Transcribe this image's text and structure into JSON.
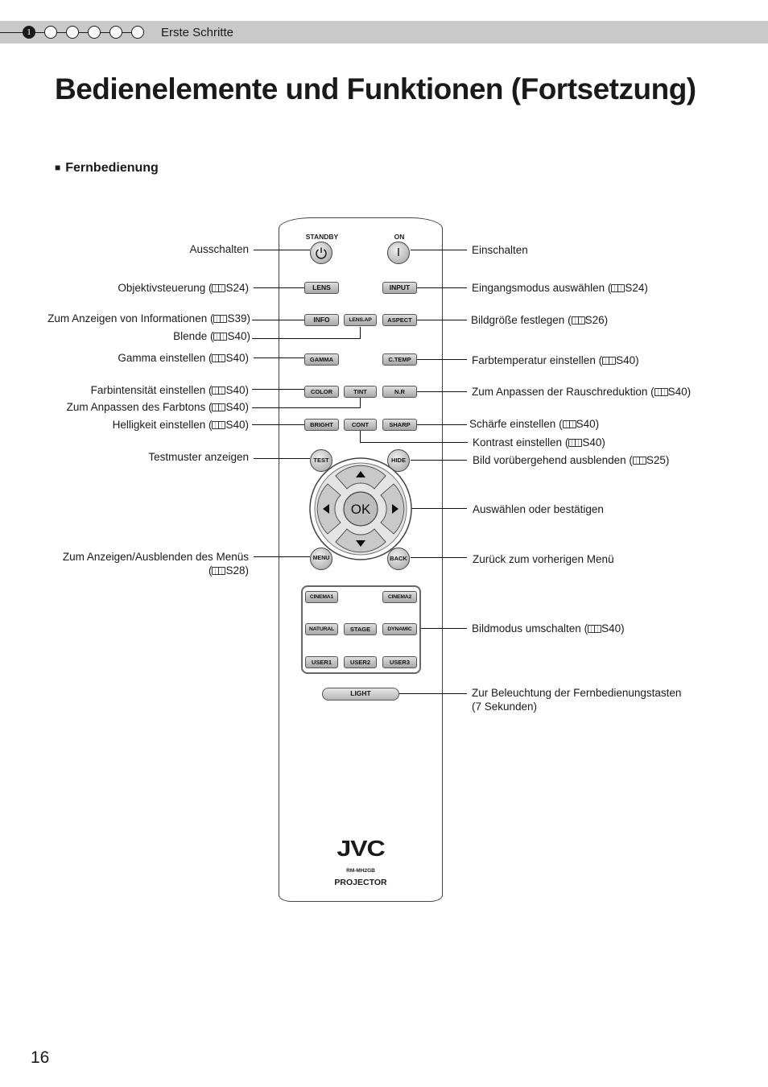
{
  "header": {
    "chapter_marker": "1",
    "section": "Erste Schritte"
  },
  "title": "Bedienelemente und Funktionen (Fortsetzung)",
  "subsection": {
    "bullet": "■",
    "title": "Fernbedienung"
  },
  "labels_left": {
    "ausschalten": "Ausschalten",
    "objektiv": "Objektivsteuerung (",
    "objektiv_ref": "S24)",
    "info": "Zum Anzeigen von Informationen (",
    "info_ref": "S39)",
    "blende": "Blende (",
    "blende_ref": "S40)",
    "gamma": "Gamma einstellen (",
    "gamma_ref": "S40)",
    "farbintensitaet": "Farbintensität einstellen (",
    "farbintensitaet_ref": "S40)",
    "farbton": "Zum Anpassen des Farbtons (",
    "farbton_ref": "S40)",
    "helligkeit": "Helligkeit einstellen  (",
    "helligkeit_ref": "S40)",
    "testmuster": "Testmuster anzeigen",
    "menu_line1": "Zum Anzeigen/Ausblenden des Menüs",
    "menu_line2_open": "(",
    "menu_ref": "S28)"
  },
  "labels_right": {
    "einschalten": "Einschalten",
    "eingang": "Eingangsmodus auswählen (",
    "eingang_ref": "S24)",
    "bildgroesse": "Bildgröße festlegen (",
    "bildgroesse_ref": "S26)",
    "farbtemp": "Farbtemperatur einstellen (",
    "farbtemp_ref": "S40)",
    "rausch": "Zum Anpassen der Rauschreduktion (",
    "rausch_ref": "S40)",
    "schaerfe": "Schärfe einstellen  (",
    "schaerfe_ref": "S40)",
    "kontrast": "Kontrast einstellen  (",
    "kontrast_ref": "S40)",
    "ausblenden": "Bild vorübergehend ausblenden (",
    "ausblenden_ref": "S25)",
    "auswaehlen": "Auswählen oder bestätigen",
    "zurueck": "Zurück zum vorherigen Menü",
    "bildmodus": "Bildmodus umschalten (",
    "bildmodus_ref": "S40)",
    "beleuchtung_line1": "Zur Beleuchtung der Fernbedienungstasten",
    "beleuchtung_line2": "(7 Sekunden)"
  },
  "remote": {
    "standby": "STANDBY",
    "on": "ON",
    "on_symbol": "I",
    "lens": "LENS",
    "input": "INPUT",
    "info": "INFO",
    "lens_ap": "LENS.AP",
    "aspect": "ASPECT",
    "gamma": "GAMMA",
    "c_temp": "C.TEMP",
    "color": "COLOR",
    "tint": "TINT",
    "n_r": "N.R",
    "bright": "BRIGHT",
    "cont": "CONT",
    "sharp": "SHARP",
    "test": "TEST",
    "hide": "HIDE",
    "ok": "OK",
    "menu": "MENU",
    "back": "BACK",
    "cinema1": "CINEMA1",
    "cinema2": "CINEMA2",
    "natural": "NATURAL",
    "stage": "STAGE",
    "dynamic": "DYNAMIC",
    "user1": "USER1",
    "user2": "USER2",
    "user3": "USER3",
    "light": "LIGHT",
    "brand": "JVC",
    "model": "RM-MH2GB",
    "product": "PROJECTOR"
  },
  "page_number": "16"
}
